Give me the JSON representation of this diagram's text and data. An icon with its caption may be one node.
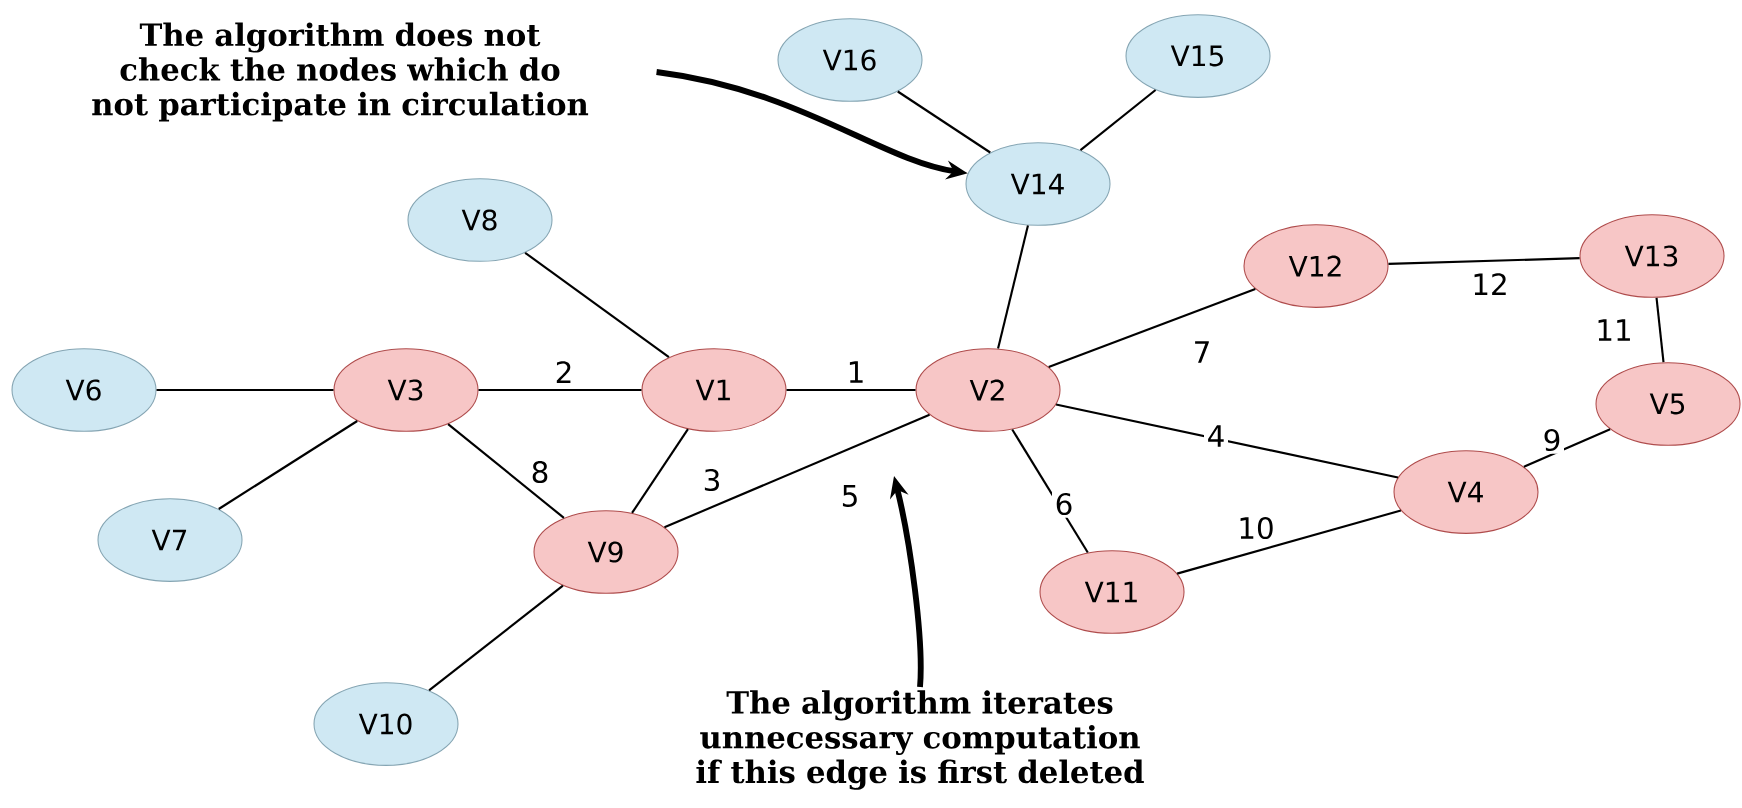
{
  "diagram": {
    "nodes": [
      {
        "text": [
          "The algorithm does not check the nodes which do not participate in circulation"
        ]
      },
      {
        "text": [
          "V16"
        ]
      },
      {
        "text": [
          "V15"
        ]
      },
      {
        "text": [
          "V14"
        ]
      },
      {
        "text": [
          "V8"
        ]
      },
      {
        "text": [
          "V12"
        ]
      },
      {
        "text": [
          "V13"
        ]
      },
      {
        "text": [
          "V6"
        ]
      },
      {
        "text": [
          "V3"
        ]
      },
      {
        "text": [
          "V1"
        ]
      },
      {
        "text": [
          "V2"
        ]
      },
      {
        "text": [
          "V5"
        ]
      },
      {
        "text": [
          "V4"
        ]
      },
      {
        "text": [
          "V7"
        ]
      },
      {
        "text": [
          "V9"
        ]
      },
      {
        "text": [
          "V11"
        ]
      },
      {
        "text": [
          "V10"
        ]
      },
      {
        "text": [
          "The algorithm iterates unnecessary computation if this edge is first deleted"
        ]
      }
    ],
    "edges": [
      {
        "from": 3,
        "to": 1,
        "arrow": "none"
      },
      {
        "from": 3,
        "to": 2,
        "arrow": "none"
      },
      {
        "from": 10,
        "to": 3,
        "arrow": "none"
      },
      {
        "from": 9,
        "to": 4,
        "arrow": "none"
      },
      {
        "from": 8,
        "to": 7,
        "arrow": "none"
      },
      {
        "from": 8,
        "to": 13,
        "arrow": "none"
      },
      {
        "from": 8,
        "to": 9,
        "arrow": "none",
        "label": "2"
      },
      {
        "from": 9,
        "to": 10,
        "arrow": "none",
        "label": "1"
      },
      {
        "from": 9,
        "to": 14,
        "arrow": "none",
        "label": "3"
      },
      {
        "from": 8,
        "to": 14,
        "arrow": "none",
        "label": "8"
      },
      {
        "from": 14,
        "to": 16,
        "arrow": "none"
      },
      {
        "from": 14,
        "to": 10,
        "arrow": "none",
        "label": "5"
      },
      {
        "from": 10,
        "to": 5,
        "arrow": "none",
        "label": "7"
      },
      {
        "from": 10,
        "to": 12,
        "arrow": "none",
        "label": "4"
      },
      {
        "from": 10,
        "to": 15,
        "arrow": "none",
        "label": "6"
      },
      {
        "from": 15,
        "to": 12,
        "arrow": "none",
        "label": "10"
      },
      {
        "from": 12,
        "to": 11,
        "arrow": "none",
        "label": "9"
      },
      {
        "from": 11,
        "to": 6,
        "arrow": "none",
        "label": "11"
      },
      {
        "from": 5,
        "to": 6,
        "arrow": "none",
        "label": "12"
      },
      {
        "from": 0,
        "to": 3,
        "arrow": "to",
        "style": "thick"
      },
      {
        "from": 17,
        "to": null,
        "arrow": "to",
        "style": "thick"
      }
    ]
  }
}
